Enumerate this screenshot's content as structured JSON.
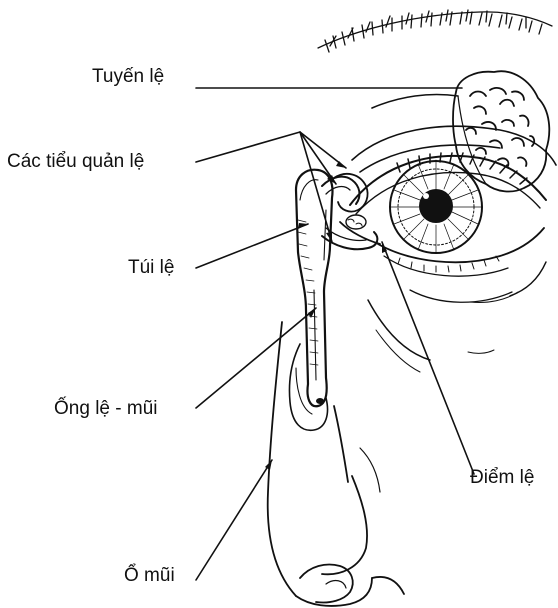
{
  "labels": {
    "lacrimal_gland": "Tuyến lệ",
    "canaliculi": "Các tiểu quản lệ",
    "lacrimal_sac": "Túi lệ",
    "nasolacrimal_duct": "Ống lệ - mũi",
    "nasal_cavity": "Ổ mũi",
    "lacrimal_punctum": "Điểm lệ"
  },
  "colors": {
    "ink": "#111111",
    "paper": "#ffffff"
  }
}
